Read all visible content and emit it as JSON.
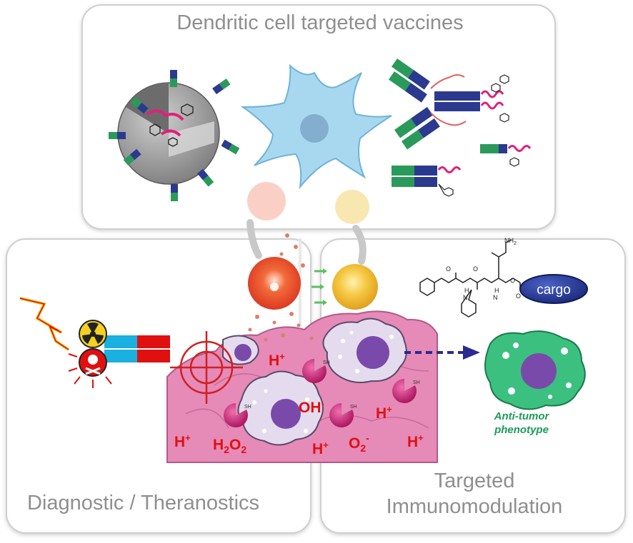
{
  "panels": {
    "top": {
      "title": "Dendritic cell targeted vaccines"
    },
    "left": {
      "title": "Diagnostic / Theranostics"
    },
    "right": {
      "title_line1": "Targeted",
      "title_line2": "Immunomodulation"
    }
  },
  "labels": {
    "cargo": "cargo",
    "phenotype_line1": "Anti-tumor",
    "phenotype_line2": "phenotype",
    "proton": "H",
    "proton_charge": "+",
    "hydroxyl": "OH",
    "hydroxyl_dot": "·",
    "superoxide": "O",
    "superoxide_sub": "2",
    "superoxide_charge": "-",
    "peroxide_h": "H",
    "peroxide_sub": "2",
    "peroxide_o": "O",
    "thiol": "SH",
    "amine": "NH",
    "amine_sub": "2"
  },
  "colors": {
    "panel_border": "#cfcfcf",
    "title_gray": "#8f8f8f",
    "ros_red": "#e01010",
    "antibody_green": "#2a9a5a",
    "antibody_navy": "#2b3a8f",
    "payload_magenta": "#e0207a",
    "dendritic_blue": "#a8d8ef",
    "tumor_pink": "#e68ab8",
    "phenotype_green": "#1e9a5a"
  }
}
